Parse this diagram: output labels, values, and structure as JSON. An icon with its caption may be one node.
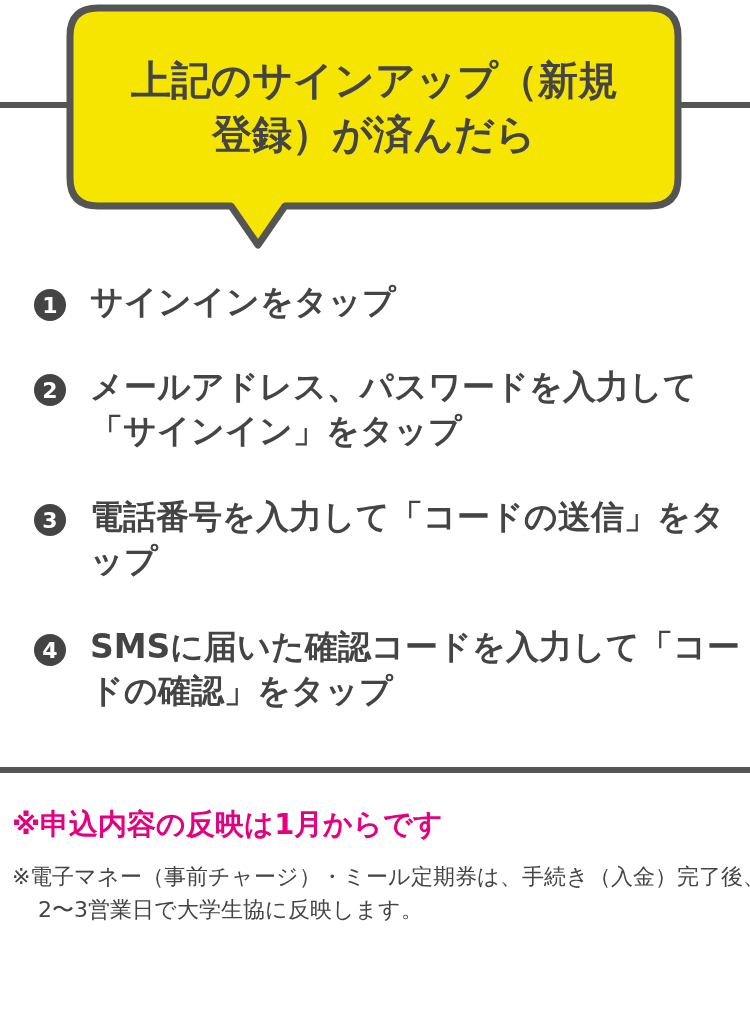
{
  "diagram": {
    "nodes": [
      {
        "text": [
          "上記のサインアップ（新規登録）が済んだら"
        ]
      }
    ],
    "labels": [
      "1",
      "サインインをタップ",
      "2",
      "メールアドレス、パスワードを入力して「サインイン」をタップ",
      "3",
      "電話番号を入力して「コードの送信」をタップ",
      "4",
      "SMSに届いた確認コードを入力して「コードの確認」をタップ",
      "※申込内容の反映は1月からです",
      "※電子マネー（事前チャージ）・ミール定期券は、手続き（入金）完了後、2〜3営業日で大学生協に反映します。"
    ]
  }
}
